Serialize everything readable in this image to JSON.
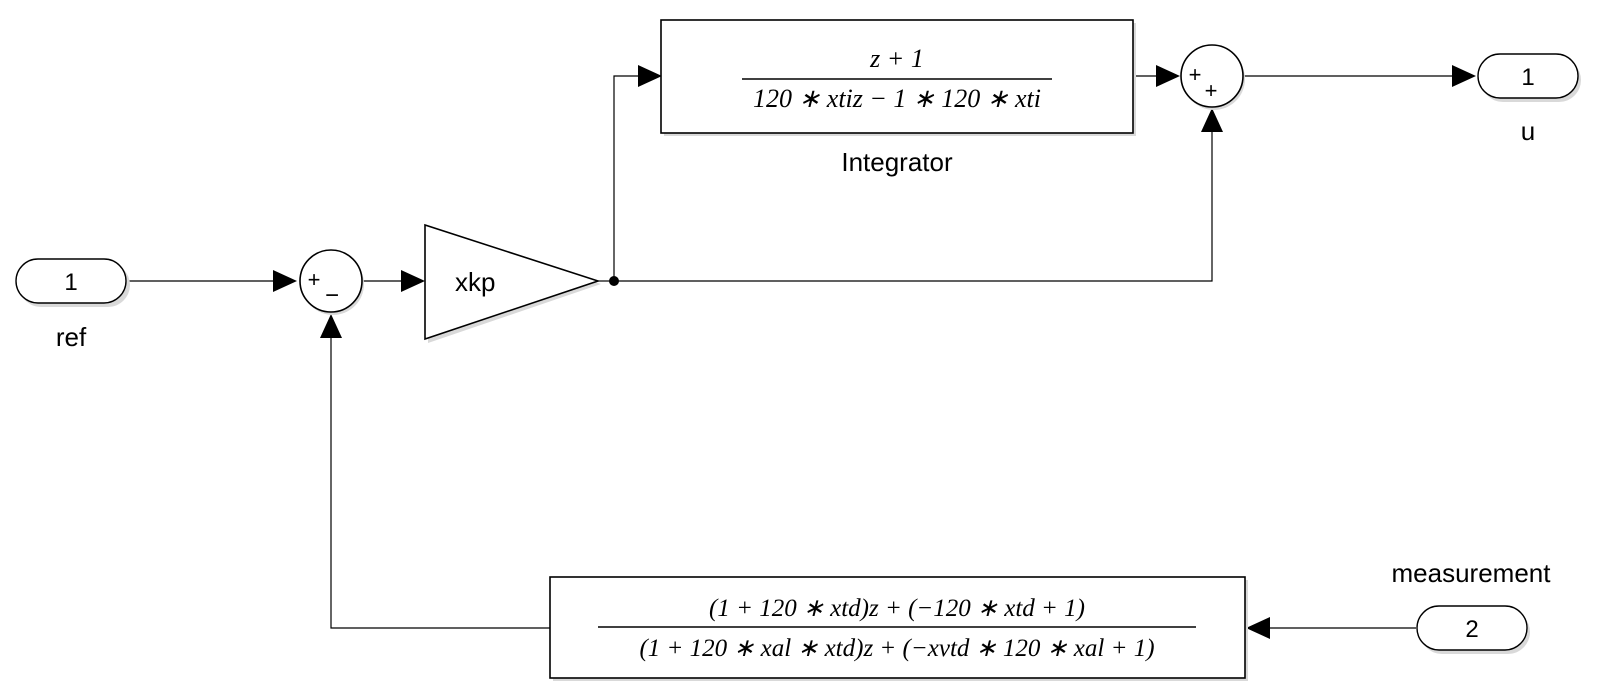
{
  "inports": [
    {
      "number": "1",
      "name": "ref"
    },
    {
      "number": "2",
      "name": "measurement"
    }
  ],
  "outports": [
    {
      "number": "1",
      "name": "u"
    }
  ],
  "sum1": {
    "signs": [
      "+",
      "−"
    ]
  },
  "sum2": {
    "signs": [
      "+",
      "+"
    ]
  },
  "gain": {
    "label": "xkp"
  },
  "integrator": {
    "name": "Integrator",
    "numerator": "z + 1",
    "denominator": "120 ∗ xtiz − 1 ∗ 120 ∗ xti"
  },
  "feedback_filter": {
    "numerator": "(1 + 120 ∗ xtd)z + (−120 ∗ xtd + 1)",
    "denominator": "(1 + 120 ∗ xal ∗ xtd)z + (−xvtd ∗ 120 ∗ xal + 1)"
  }
}
